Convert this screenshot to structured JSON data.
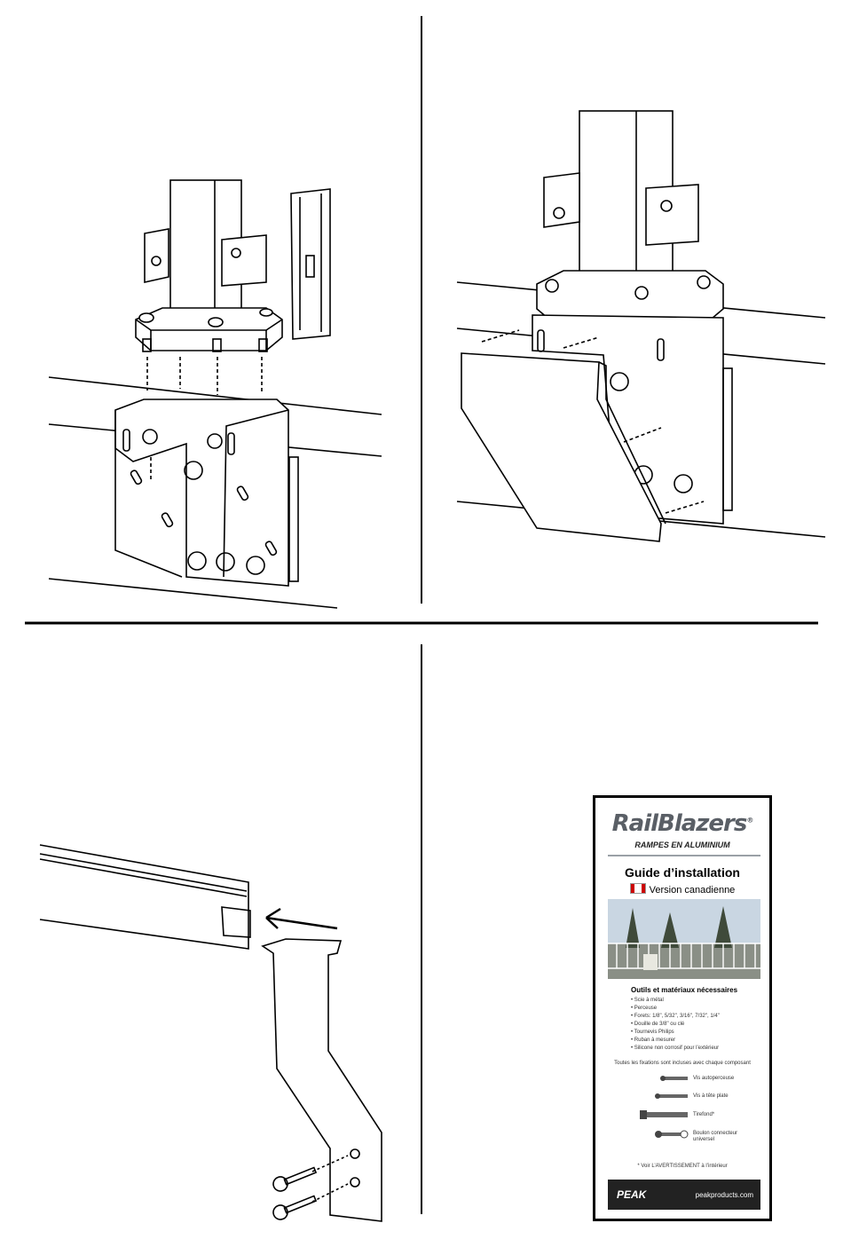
{
  "cover": {
    "brand": "RailBlazers",
    "brand_mark": "®",
    "subtitle": "RAMPES EN ALUMINIUM",
    "guide_title": "Guide d’installation",
    "version": "Version canadienne",
    "tools_heading": "Outils et matériaux nécessaires",
    "tools": [
      "• Scie à métal",
      "• Perceuse",
      "• Forets: 1/8\", 5/32\", 3/16\", 7/32\", 1/4\"",
      "• Douille de 3/8\" ou clé",
      "• Tournevis Philips",
      "• Ruban à mesurer",
      "• Silicone non corrosif pour l’extérieur"
    ],
    "fasteners_note": "Toutes les fixations sont incluses avec chaque composant",
    "fasteners": [
      "Vis autoperceuse",
      "Vis à tête plate",
      "Tirefond*",
      "Boulon connecteur universel"
    ],
    "warning": "* Voir L’AVERTISSEMENT à l’intérieur",
    "footer_logo": "PEAK",
    "footer_url": "peakproducts.com"
  }
}
